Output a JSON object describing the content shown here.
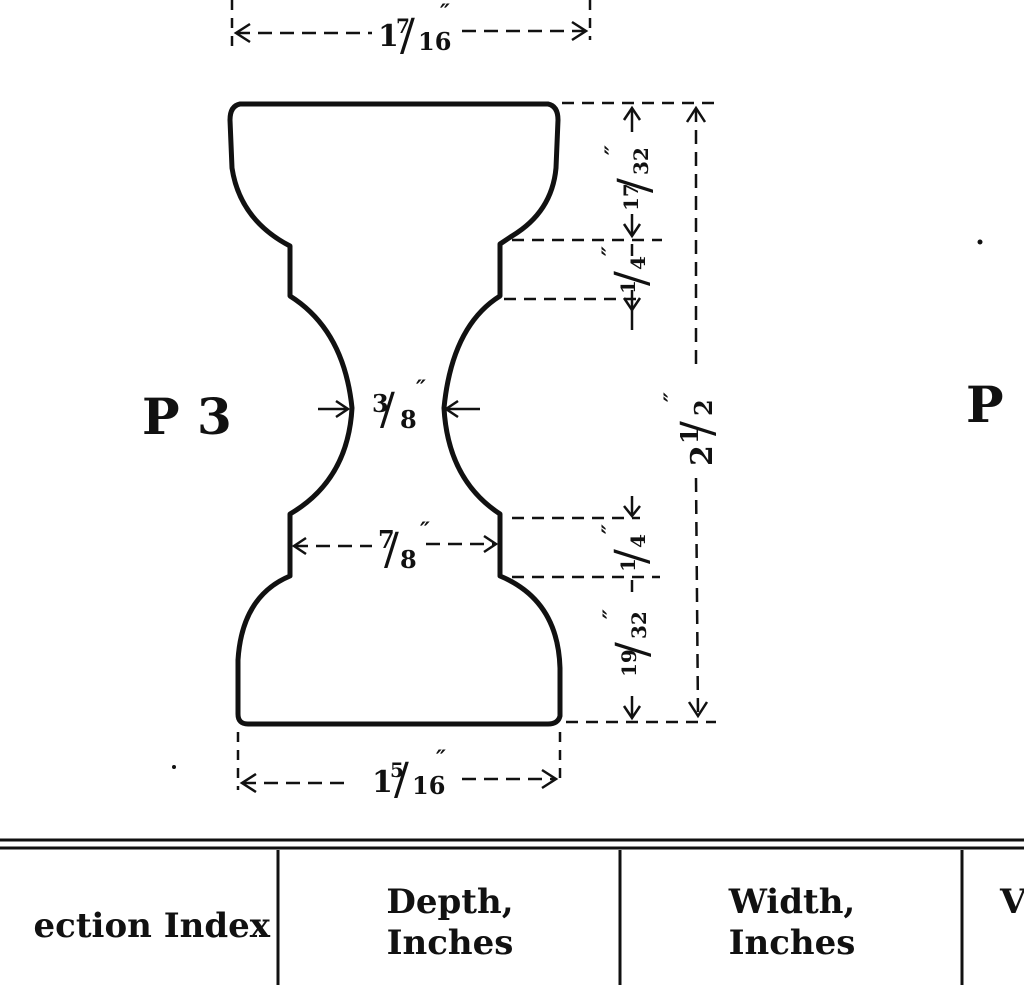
{
  "section_left": "P 3",
  "section_right": "P",
  "dims": {
    "top_width": {
      "whole": "1",
      "num": "7",
      "den": "16",
      "unit": "″"
    },
    "bottom_width": {
      "whole": "1",
      "num": "5",
      "den": "16",
      "unit": "″"
    },
    "neck_width": {
      "num": "3",
      "den": "8",
      "unit": "″"
    },
    "lower_width": {
      "num": "7",
      "den": "8",
      "unit": "″"
    },
    "total_height": {
      "whole": "2",
      "num": "1",
      "den": "2",
      "unit": "″"
    },
    "top_flange": {
      "num": "17",
      "den": "32",
      "unit": "″"
    },
    "upper_step": {
      "num": "1",
      "den": "4",
      "unit": "″"
    },
    "lower_step": {
      "num": "1",
      "den": "4",
      "unit": "″"
    },
    "bottom_flange": {
      "num": "19",
      "den": "32",
      "unit": "″"
    }
  },
  "table": {
    "headers": [
      {
        "line1": "ection Index",
        "line2": ""
      },
      {
        "line1": "Depth,",
        "line2": "Inches"
      },
      {
        "line1": "Width,",
        "line2": "Inches"
      },
      {
        "line1": "V",
        "line2": ""
      }
    ]
  },
  "colors": {
    "ink": "#111111",
    "paper": "#ffffff"
  }
}
